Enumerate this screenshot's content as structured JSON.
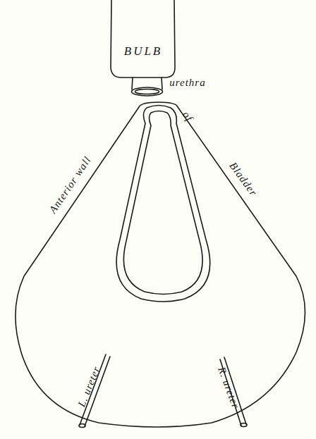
{
  "diagram": {
    "nodes": [
      {
        "text": [
          "BULB"
        ]
      }
    ],
    "labels": [
      "urethra",
      "Anterior wall",
      "of",
      "Bladder",
      "L. ureter",
      "R. ureter"
    ]
  }
}
